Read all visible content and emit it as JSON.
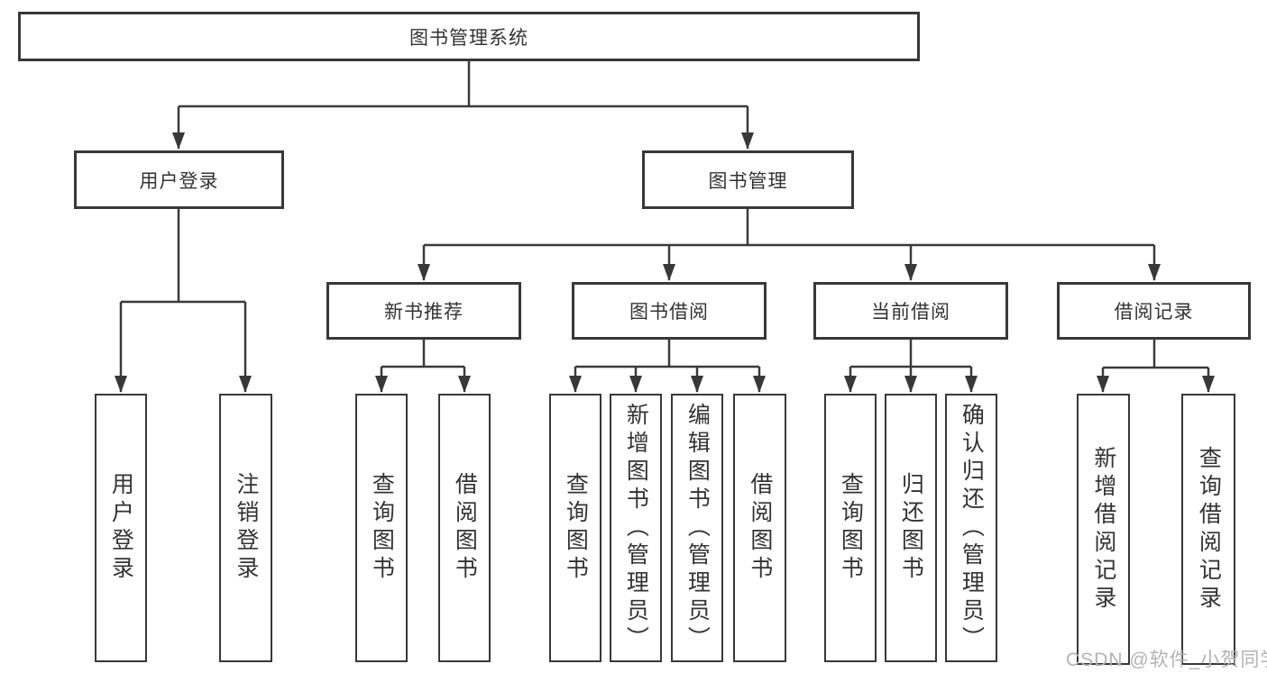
{
  "nodes": {
    "root": "图书管理系统",
    "user_login": "用户登录",
    "book_mgmt": "图书管理",
    "new_book_rec": "新书推荐",
    "book_borrow": "图书借阅",
    "current_borrow": "当前借阅",
    "borrow_records": "借阅记录",
    "leaf_user_login": "用户登录",
    "leaf_logout": "注销登录",
    "nbr_query_books": "查询图书",
    "nbr_borrow_books": "借阅图书",
    "bb_query_books": "查询图书",
    "bb_add_books": "新增图书（管理员）",
    "bb_edit_books": "编辑图书（管理员）",
    "bb_borrow_books": "借阅图书",
    "cb_query_books": "查询图书",
    "cb_return_books": "归还图书",
    "cb_confirm_return": "确认归还（管理员）",
    "br_add_record": "新增借阅记录",
    "br_query_record": "查询借阅记录"
  },
  "hierarchy": {
    "图书管理系统": {
      "用户登录": [
        "用户登录",
        "注销登录"
      ],
      "图书管理": {
        "新书推荐": [
          "查询图书",
          "借阅图书"
        ],
        "图书借阅": [
          "查询图书",
          "新增图书（管理员）",
          "编辑图书（管理员）",
          "借阅图书"
        ],
        "当前借阅": [
          "查询图书",
          "归还图书",
          "确认归还（管理员）"
        ],
        "借阅记录": [
          "新增借阅记录",
          "查询借阅记录"
        ]
      }
    }
  },
  "watermark": "CSDN @软件_小贺同学",
  "colors": {
    "line": "#3a3a3a",
    "text": "#333333",
    "background": "#ffffff",
    "watermark": "#b3b3b3"
  }
}
